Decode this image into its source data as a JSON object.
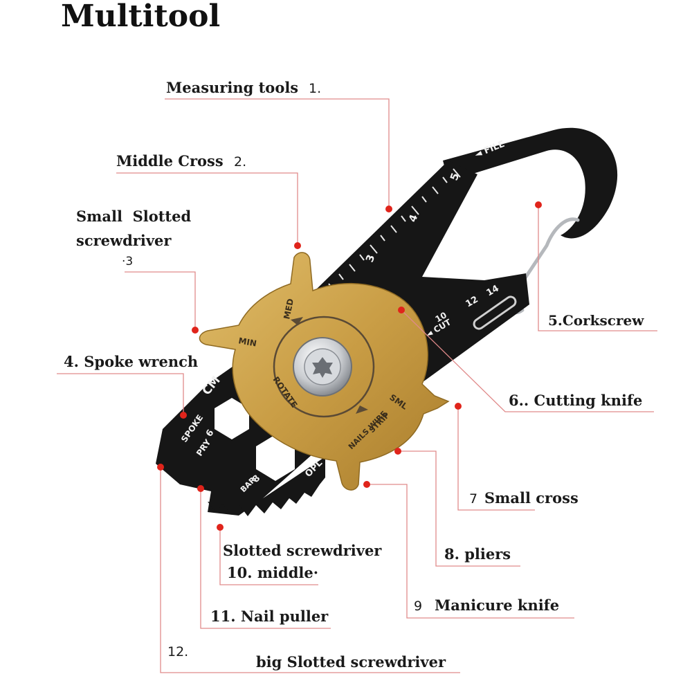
{
  "title": "Multitool",
  "labels": {
    "l1": "Measuring tools",
    "n1": "1.",
    "l2": "Middle Cross",
    "n2": "2.",
    "l3a": "Small  Slotted",
    "l3b": "screwdriver",
    "n3": "·3",
    "l4": "4. Spoke wrench",
    "l5": "5.Corkscrew",
    "l6": "6.. Cutting knife",
    "n7": "7",
    "l7": "Small cross",
    "l8": "8. pliers",
    "n9": "9",
    "l9": "Manicure knife",
    "l10a": "Slotted screwdriver",
    "l10b": "10. middle·",
    "l11": "11. Nail puller",
    "n12": "12.",
    "l12": "big Slotted screwdriver"
  },
  "engravings": {
    "file": "◄ FILE",
    "s5": "5",
    "s4": "4",
    "s3": "3",
    "cut": "◄ CUT",
    "n10": "10",
    "n12": "12",
    "n14": "14",
    "med": "MED",
    "min": "MIN",
    "sml": "SML",
    "rotate": "ROTATE",
    "nails": "NAILS WIRE",
    "strip": "STRIP",
    "cm": "CM",
    "spoke": "SPOKE",
    "pry": "PRY",
    "six": "6",
    "eight": "8",
    "bar": "BAR",
    "opl": "OPL"
  },
  "colors": {
    "leader": "#e08a8a",
    "dot": "#e0241b",
    "gold": "#c9a04a",
    "black": "#161616"
  }
}
